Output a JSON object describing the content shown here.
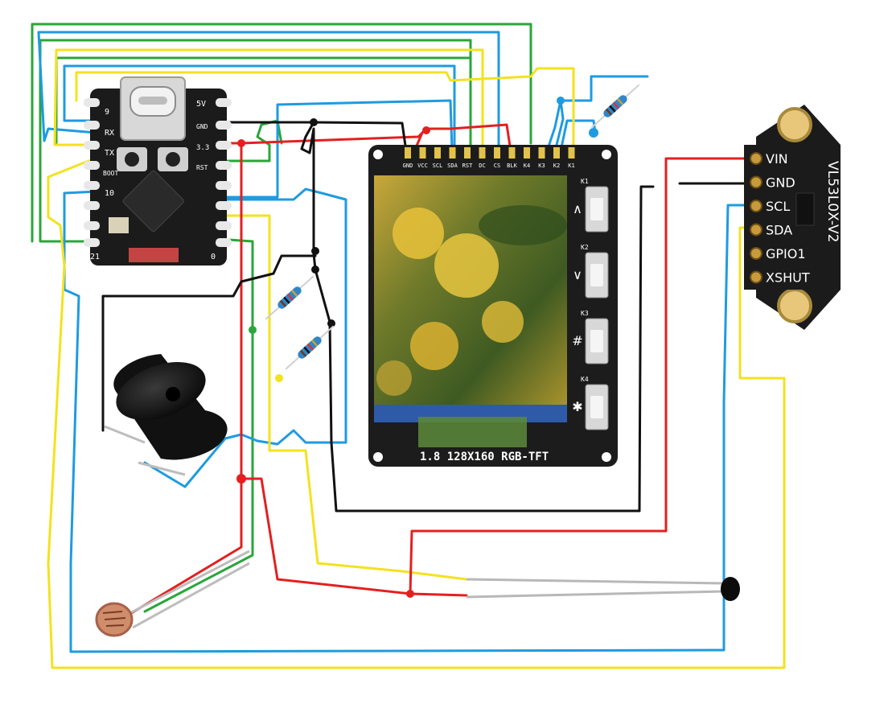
{
  "mcu_board": {
    "silk_left": [
      "9",
      "RX",
      "TX",
      "BOOT",
      "10",
      "21"
    ],
    "silk_right": [
      "5V",
      "GND",
      "3.3",
      "RST",
      "0"
    ]
  },
  "tft_display": {
    "pins": [
      "GND",
      "VCC",
      "SCL",
      "SDA",
      "RST",
      "DC",
      "CS",
      "BLK",
      "K4",
      "K3",
      "K2",
      "K1"
    ],
    "caption": "1.8 128X160 RGB-TFT",
    "keys": [
      "K1",
      "K2",
      "K3",
      "K4"
    ],
    "key_symbols": [
      "∧",
      "∨",
      "#",
      "✱"
    ]
  },
  "tof_sensor": {
    "pins": [
      "VIN",
      "GND",
      "SCL",
      "SDA",
      "GPIO1",
      "XSHUT"
    ],
    "label": "VL53L0X-V2"
  },
  "colors": {
    "red": "#e32020",
    "green": "#2aa63a",
    "blue": "#1e9be0",
    "yellow": "#f3e21e",
    "black": "#111111",
    "board": "#1b1b1b",
    "tft_frame": "#1c1c1c"
  },
  "icons": [
    "usb-c-connector",
    "resistor",
    "buzzer",
    "photoresistor",
    "thermistor"
  ]
}
